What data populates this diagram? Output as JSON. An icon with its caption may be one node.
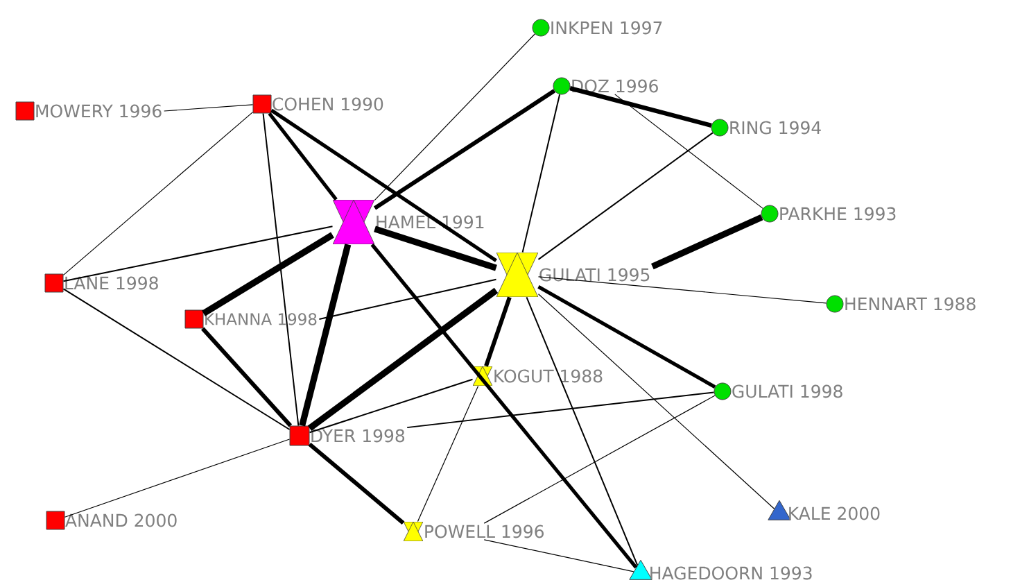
{
  "diagram": {
    "nodes": [
      {
        "text": [
          "MOWERY 1996"
        ]
      },
      {
        "text": [
          "COHEN 1990"
        ]
      },
      {
        "text": [
          "INKPEN 1997"
        ]
      },
      {
        "text": [
          "DOZ  1996"
        ]
      },
      {
        "text": [
          "RING 1994"
        ]
      },
      {
        "text": [
          "HAMEL 1991"
        ]
      },
      {
        "text": [
          "PARKHE  1993"
        ]
      },
      {
        "text": [
          "LANE 1998"
        ]
      },
      {
        "text": [
          "GULATI 1995"
        ]
      },
      {
        "text": [
          "KHANNA 1998"
        ]
      },
      {
        "text": [
          "HENNART 1988"
        ]
      },
      {
        "text": [
          "KOGUT 1988"
        ]
      },
      {
        "text": [
          "GULATI 1998"
        ]
      },
      {
        "text": [
          "DYER 1998"
        ]
      },
      {
        "text": [
          "ANAND  2000"
        ]
      },
      {
        "text": [
          "KALE  2000"
        ]
      },
      {
        "text": [
          "POWELL 1996"
        ]
      },
      {
        "text": [
          "HAGEDOORN 1993"
        ]
      }
    ],
    "edges": [
      {
        "from": 0,
        "to": 1,
        "arrow": "none"
      },
      {
        "from": 1,
        "to": 7,
        "arrow": "none"
      },
      {
        "from": 1,
        "to": 13,
        "arrow": "none"
      },
      {
        "from": 1,
        "to": 5,
        "arrow": "none",
        "style": "thick"
      },
      {
        "from": 1,
        "to": 8,
        "arrow": "none",
        "style": "thick"
      },
      {
        "from": 2,
        "to": 5,
        "arrow": "none"
      },
      {
        "from": 5,
        "to": 3,
        "arrow": "none",
        "style": "thick"
      },
      {
        "from": 5,
        "to": 8,
        "arrow": "none",
        "style": "thick"
      },
      {
        "from": 5,
        "to": 7,
        "arrow": "none"
      },
      {
        "from": 5,
        "to": 9,
        "arrow": "none",
        "style": "thick"
      },
      {
        "from": 5,
        "to": 13,
        "arrow": "none",
        "style": "thick"
      },
      {
        "from": 5,
        "to": 17,
        "arrow": "none",
        "style": "thick"
      },
      {
        "from": 9,
        "to": 8,
        "arrow": "none"
      },
      {
        "from": 7,
        "to": 13,
        "arrow": "none"
      },
      {
        "from": 9,
        "to": 13,
        "arrow": "none",
        "style": "thick"
      },
      {
        "from": 13,
        "to": 8,
        "arrow": "none",
        "style": "thick"
      },
      {
        "from": 13,
        "to": 11,
        "arrow": "none"
      },
      {
        "from": 13,
        "to": 12,
        "arrow": "none"
      },
      {
        "from": 13,
        "to": 16,
        "arrow": "none",
        "style": "thick"
      },
      {
        "from": 13,
        "to": 14,
        "arrow": "none"
      },
      {
        "from": 8,
        "to": 3,
        "arrow": "none"
      },
      {
        "from": 8,
        "to": 4,
        "arrow": "none"
      },
      {
        "from": 8,
        "to": 6,
        "arrow": "none",
        "style": "thick"
      },
      {
        "from": 8,
        "to": 10,
        "arrow": "none"
      },
      {
        "from": 8,
        "to": 11,
        "arrow": "none",
        "style": "thick"
      },
      {
        "from": 8,
        "to": 12,
        "arrow": "none",
        "style": "thick"
      },
      {
        "from": 8,
        "to": 17,
        "arrow": "none"
      },
      {
        "from": 8,
        "to": 15,
        "arrow": "none"
      },
      {
        "from": 3,
        "to": 4,
        "arrow": "none",
        "style": "thick"
      },
      {
        "from": 3,
        "to": 6,
        "arrow": "none"
      },
      {
        "from": 11,
        "to": 16,
        "arrow": "none"
      },
      {
        "from": 12,
        "to": 16,
        "arrow": "none"
      },
      {
        "from": 16,
        "to": 17,
        "arrow": "none"
      }
    ]
  }
}
